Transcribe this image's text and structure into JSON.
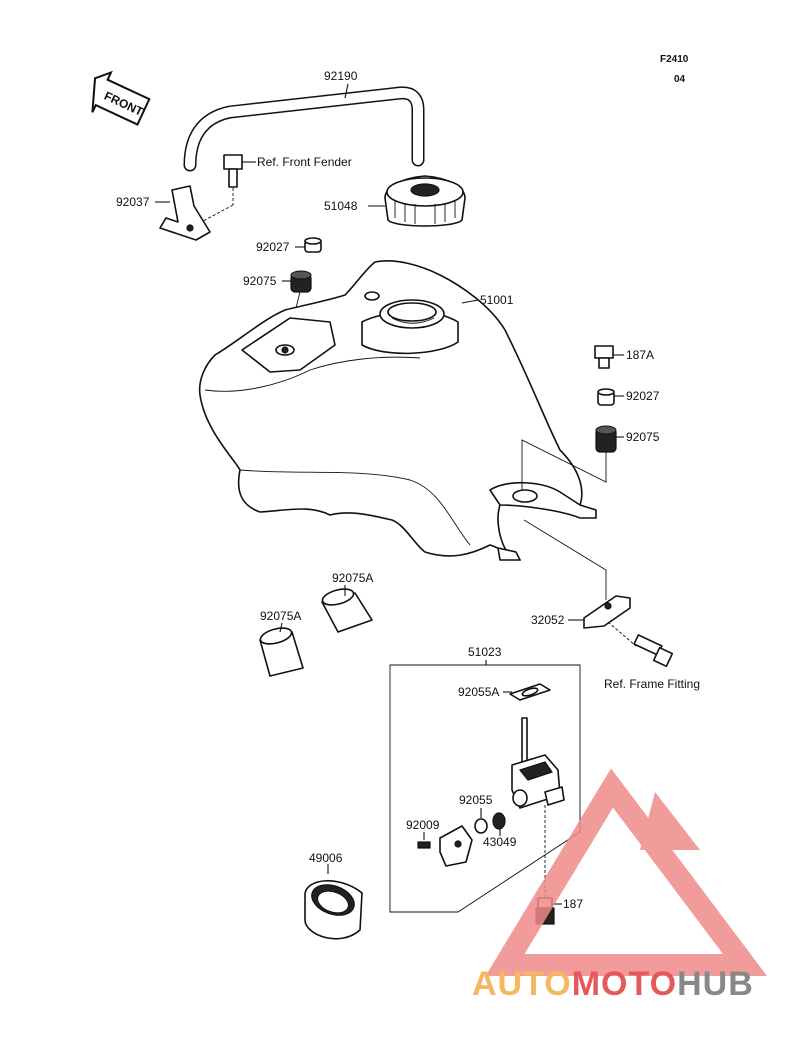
{
  "header": {
    "figure_code": "F2410",
    "revision": "04"
  },
  "front_arrow": "FRONT",
  "labels": {
    "p92190": "92190",
    "ref_front_fender": "Ref. Front Fender",
    "p92037": "92037",
    "p51048": "51048",
    "p92027_a": "92027",
    "p92075_a": "92075",
    "p51001": "51001",
    "p187A": "187A",
    "p92027_b": "92027",
    "p92075_b": "92075",
    "p92075A_a": "92075A",
    "p92075A_b": "92075A",
    "p32052": "32052",
    "ref_frame_fitting": "Ref. Frame Fitting",
    "p51023": "51023",
    "p92055A": "92055A",
    "p92055": "92055",
    "p92009": "92009",
    "p43049": "43049",
    "p49006": "49006",
    "p187": "187"
  },
  "watermark": {
    "part1": "AUTO",
    "part2": "MOTO",
    "part3": "HUB"
  },
  "colors": {
    "watermark_orange": "#f4b860",
    "watermark_red": "#e45a5a",
    "watermark_grey": "#888888",
    "watermark_triangle": "#f08a8a"
  }
}
